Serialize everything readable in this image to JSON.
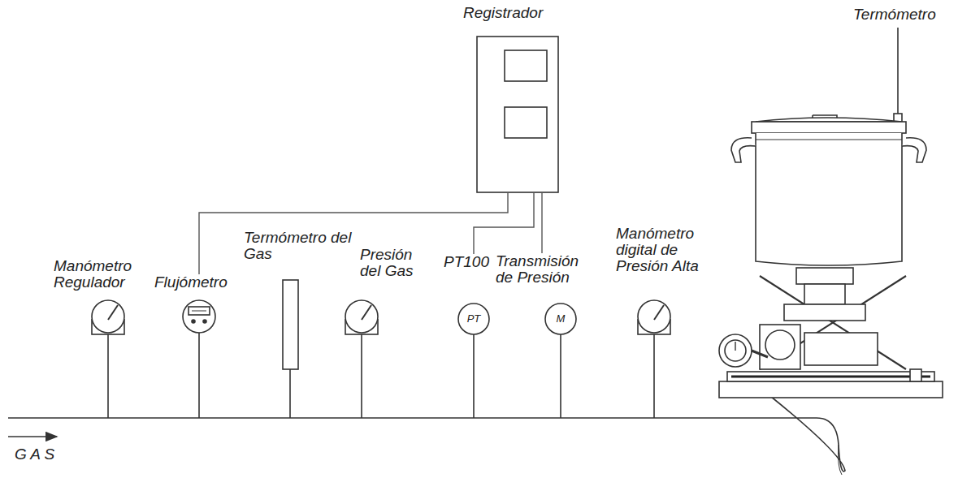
{
  "diagram": {
    "nodes": [
      {
        "text": [
          "Registrador"
        ]
      },
      {
        "text": [
          "Manómetro Regulador"
        ]
      },
      {
        "text": [
          "Flujómetro"
        ]
      },
      {
        "text": [
          "Termómetro del Gas"
        ]
      },
      {
        "text": [
          "Presión del Gas"
        ]
      },
      {
        "text": [
          "PT100",
          "PT"
        ]
      },
      {
        "text": [
          "Transmisión de Presión",
          "M"
        ]
      },
      {
        "text": [
          "Manómetro digital de Presión Alta"
        ]
      }
    ],
    "edges": [
      {
        "from": 0,
        "to": 2,
        "arrow": "none"
      },
      {
        "from": 0,
        "to": 5,
        "arrow": "none"
      },
      {
        "from": 0,
        "to": 6,
        "arrow": "none"
      }
    ],
    "labels": [
      "Termómetro",
      "G A S"
    ]
  }
}
